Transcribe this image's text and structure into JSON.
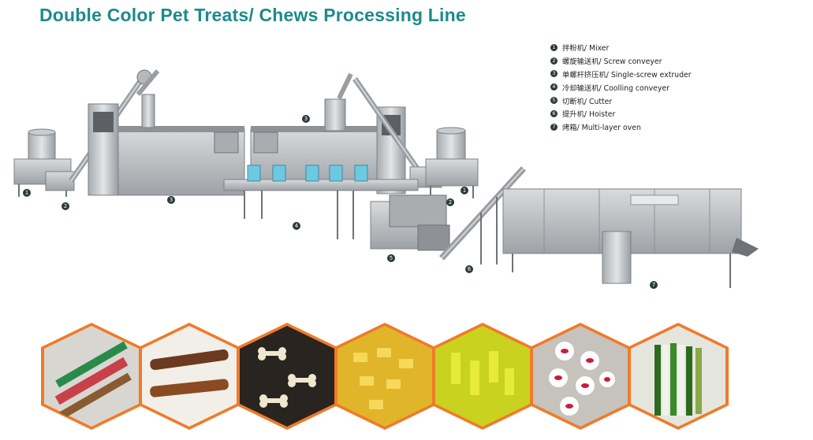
{
  "title": "Double Color Pet Treats/ Chews Processing Line",
  "legend": [
    {
      "num": "1",
      "label": "拌粉机/ Mixer"
    },
    {
      "num": "2",
      "label": "螺旋输送机/ Screw conveyer"
    },
    {
      "num": "3",
      "label": "单螺杆挤压机/ Single-screw extruder"
    },
    {
      "num": "4",
      "label": "冷却输送机/ Coolling conveyer"
    },
    {
      "num": "5",
      "label": "切断机/ Cutter"
    },
    {
      "num": "6",
      "label": "提升机/ Hoister"
    },
    {
      "num": "7",
      "label": "烤箱/ Multi-layer oven"
    }
  ],
  "callouts": {
    "mixer_left": "1",
    "screw_left": "2",
    "extruder_left": "3",
    "extruder_top": "3",
    "mixer_right": "1",
    "screw_right": "2",
    "cooling": "4",
    "cutter": "5",
    "hoister": "6",
    "oven": "7"
  },
  "colors": {
    "title": "#1e8a8c",
    "frame": "#f07a2a",
    "steel": "#b9bcbf",
    "badge": "#2b3a3c"
  }
}
